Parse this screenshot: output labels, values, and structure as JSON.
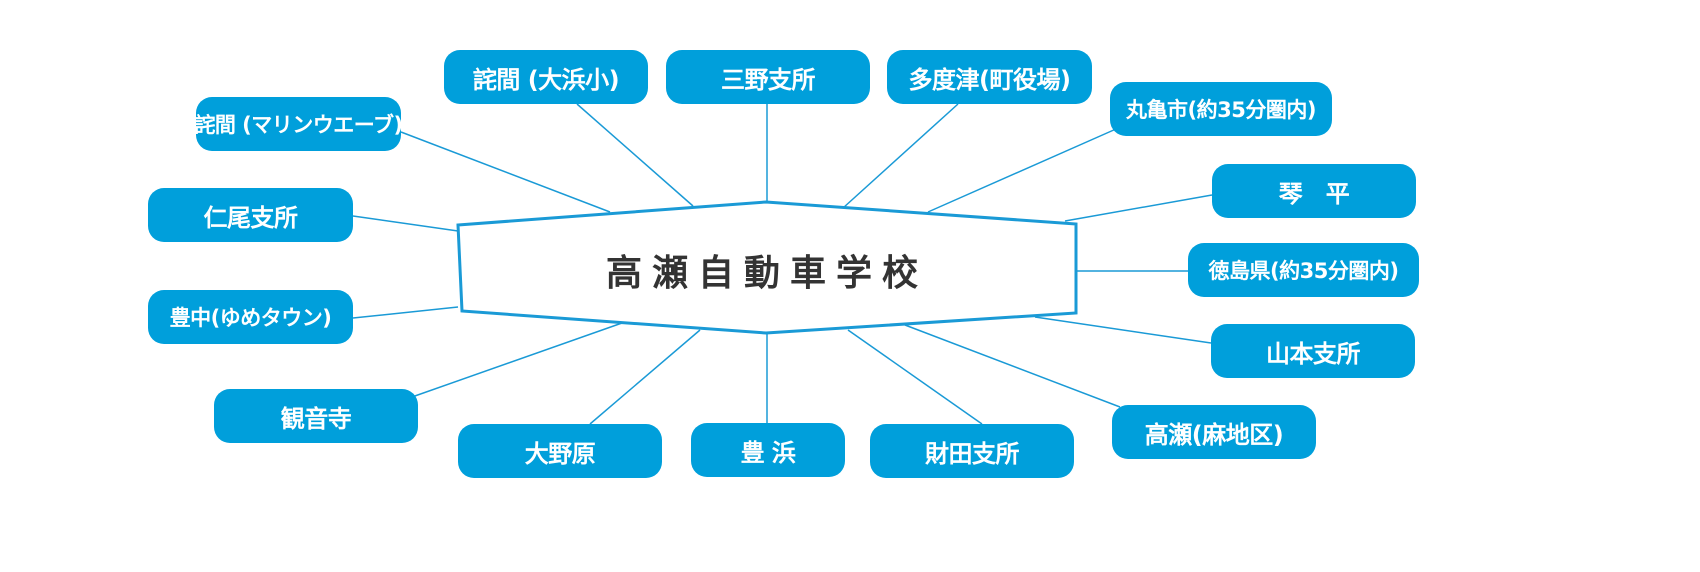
{
  "center": {
    "label": "高瀬自動車学校"
  },
  "colors": {
    "node_fill": "#009fdb",
    "line": "#1a9ad6",
    "text": "#333333"
  },
  "nodes": [
    {
      "id": "takuma-marinewave",
      "label": "詫間 (マリンウエーブ)"
    },
    {
      "id": "takuma-ohamasho",
      "label": "詫間 (大浜小)"
    },
    {
      "id": "mino-shisho",
      "label": "三野支所"
    },
    {
      "id": "tadotsu",
      "label": "多度津(町役場)"
    },
    {
      "id": "marugame",
      "label": "丸亀市(約35分圏内)"
    },
    {
      "id": "kotohira",
      "label": "琴　平"
    },
    {
      "id": "tokushima",
      "label": "徳島県(約35分圏内)"
    },
    {
      "id": "yamamoto-shisho",
      "label": "山本支所"
    },
    {
      "id": "takase-asa",
      "label": "高瀬(麻地区)"
    },
    {
      "id": "saita-shisho",
      "label": "財田支所"
    },
    {
      "id": "toyohama",
      "label": "豊 浜"
    },
    {
      "id": "ohnohara",
      "label": "大野原"
    },
    {
      "id": "kanonji",
      "label": "観音寺"
    },
    {
      "id": "toyonaka",
      "label": "豊中(ゆめタウン)"
    },
    {
      "id": "nio-shisho",
      "label": "仁尾支所"
    }
  ]
}
